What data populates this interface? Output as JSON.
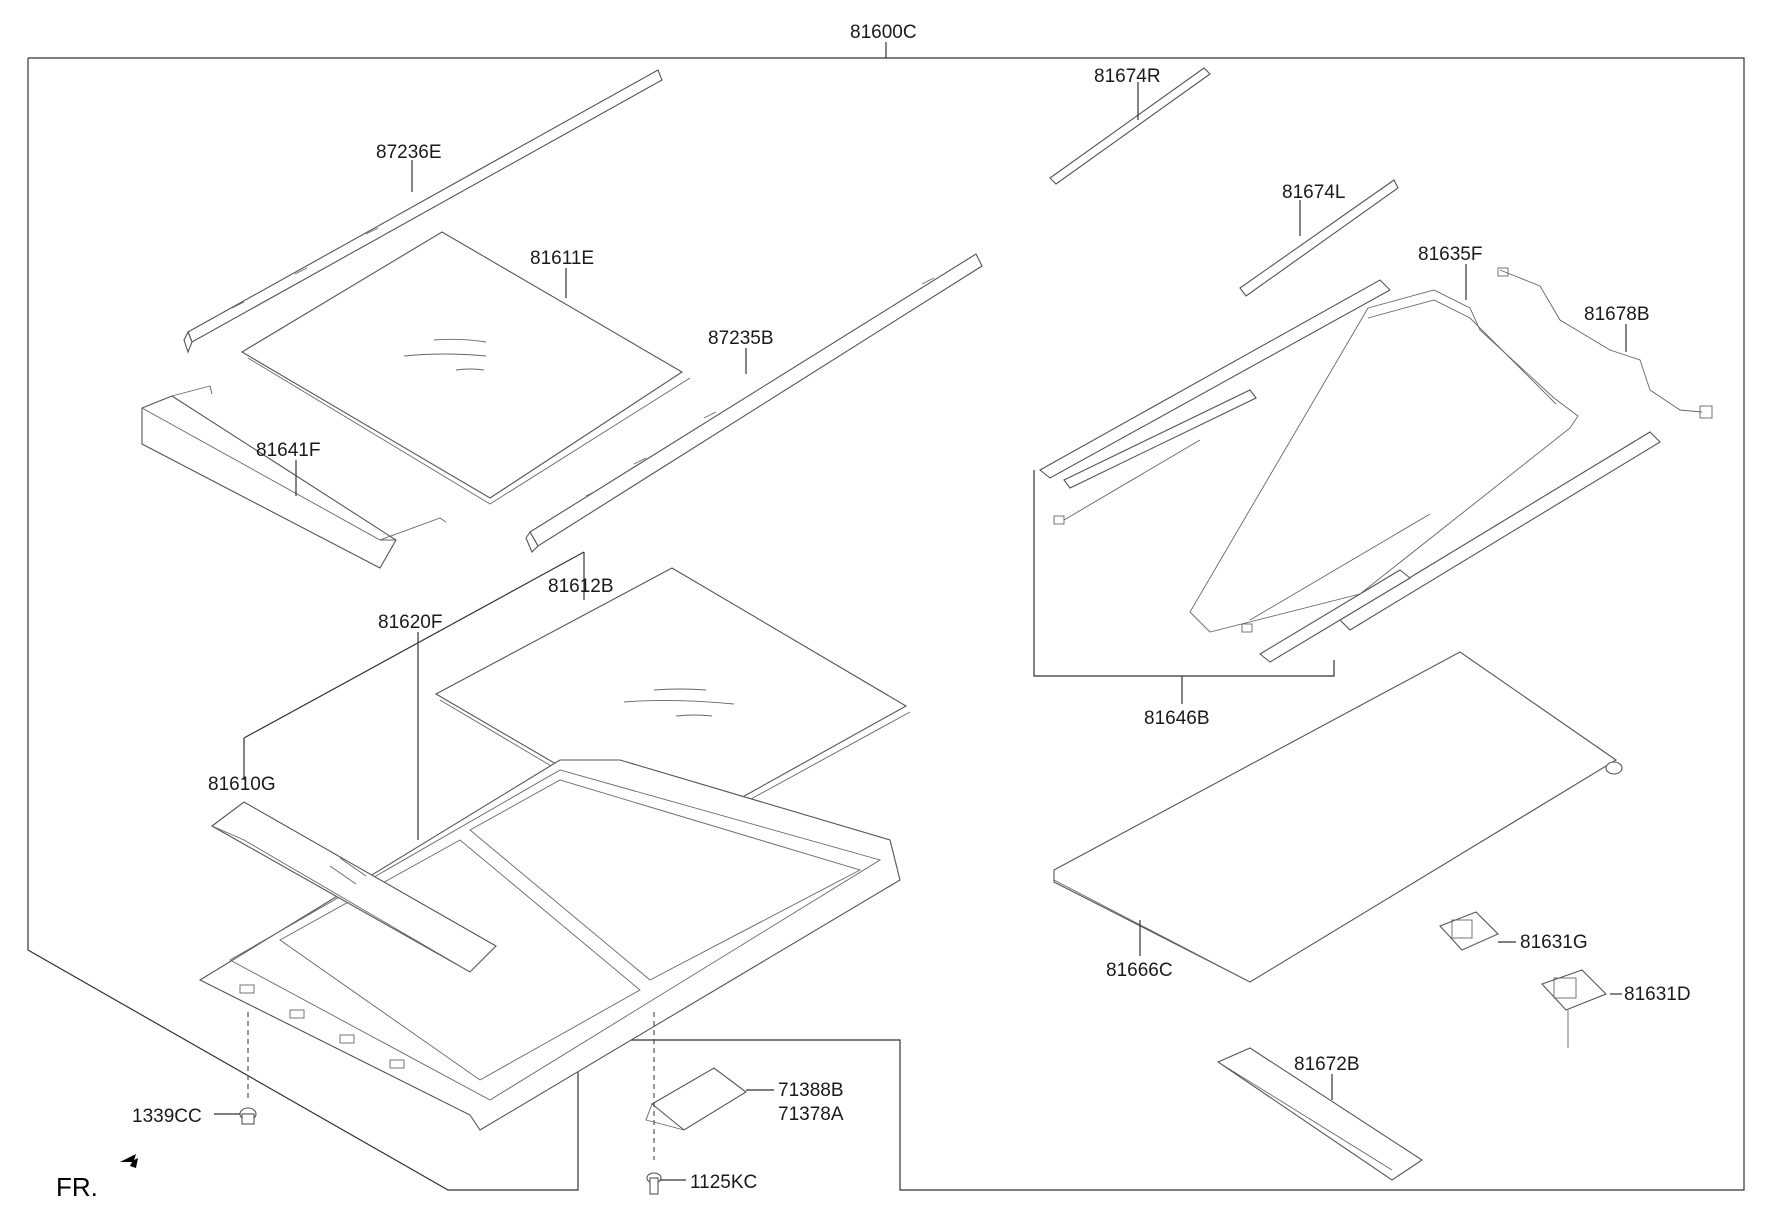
{
  "diagram": {
    "labels": {
      "l81600C": "81600C",
      "l81674R": "81674R",
      "l87236E": "87236E",
      "l81674L": "81674L",
      "l81611E": "81611E",
      "l81635F": "81635F",
      "l81678B": "81678B",
      "l87235B": "87235B",
      "l81641F": "81641F",
      "l81612B": "81612B",
      "l81620F": "81620F",
      "l81646B": "81646B",
      "l81610G": "81610G",
      "l81631G": "81631G",
      "l81666C": "81666C",
      "l81631D": "81631D",
      "l81672B": "81672B",
      "l71388B": "71388B",
      "l71378A": "71378A",
      "l1339CC": "1339CC",
      "l1125KC": "1125KC",
      "fr": "FR."
    }
  }
}
